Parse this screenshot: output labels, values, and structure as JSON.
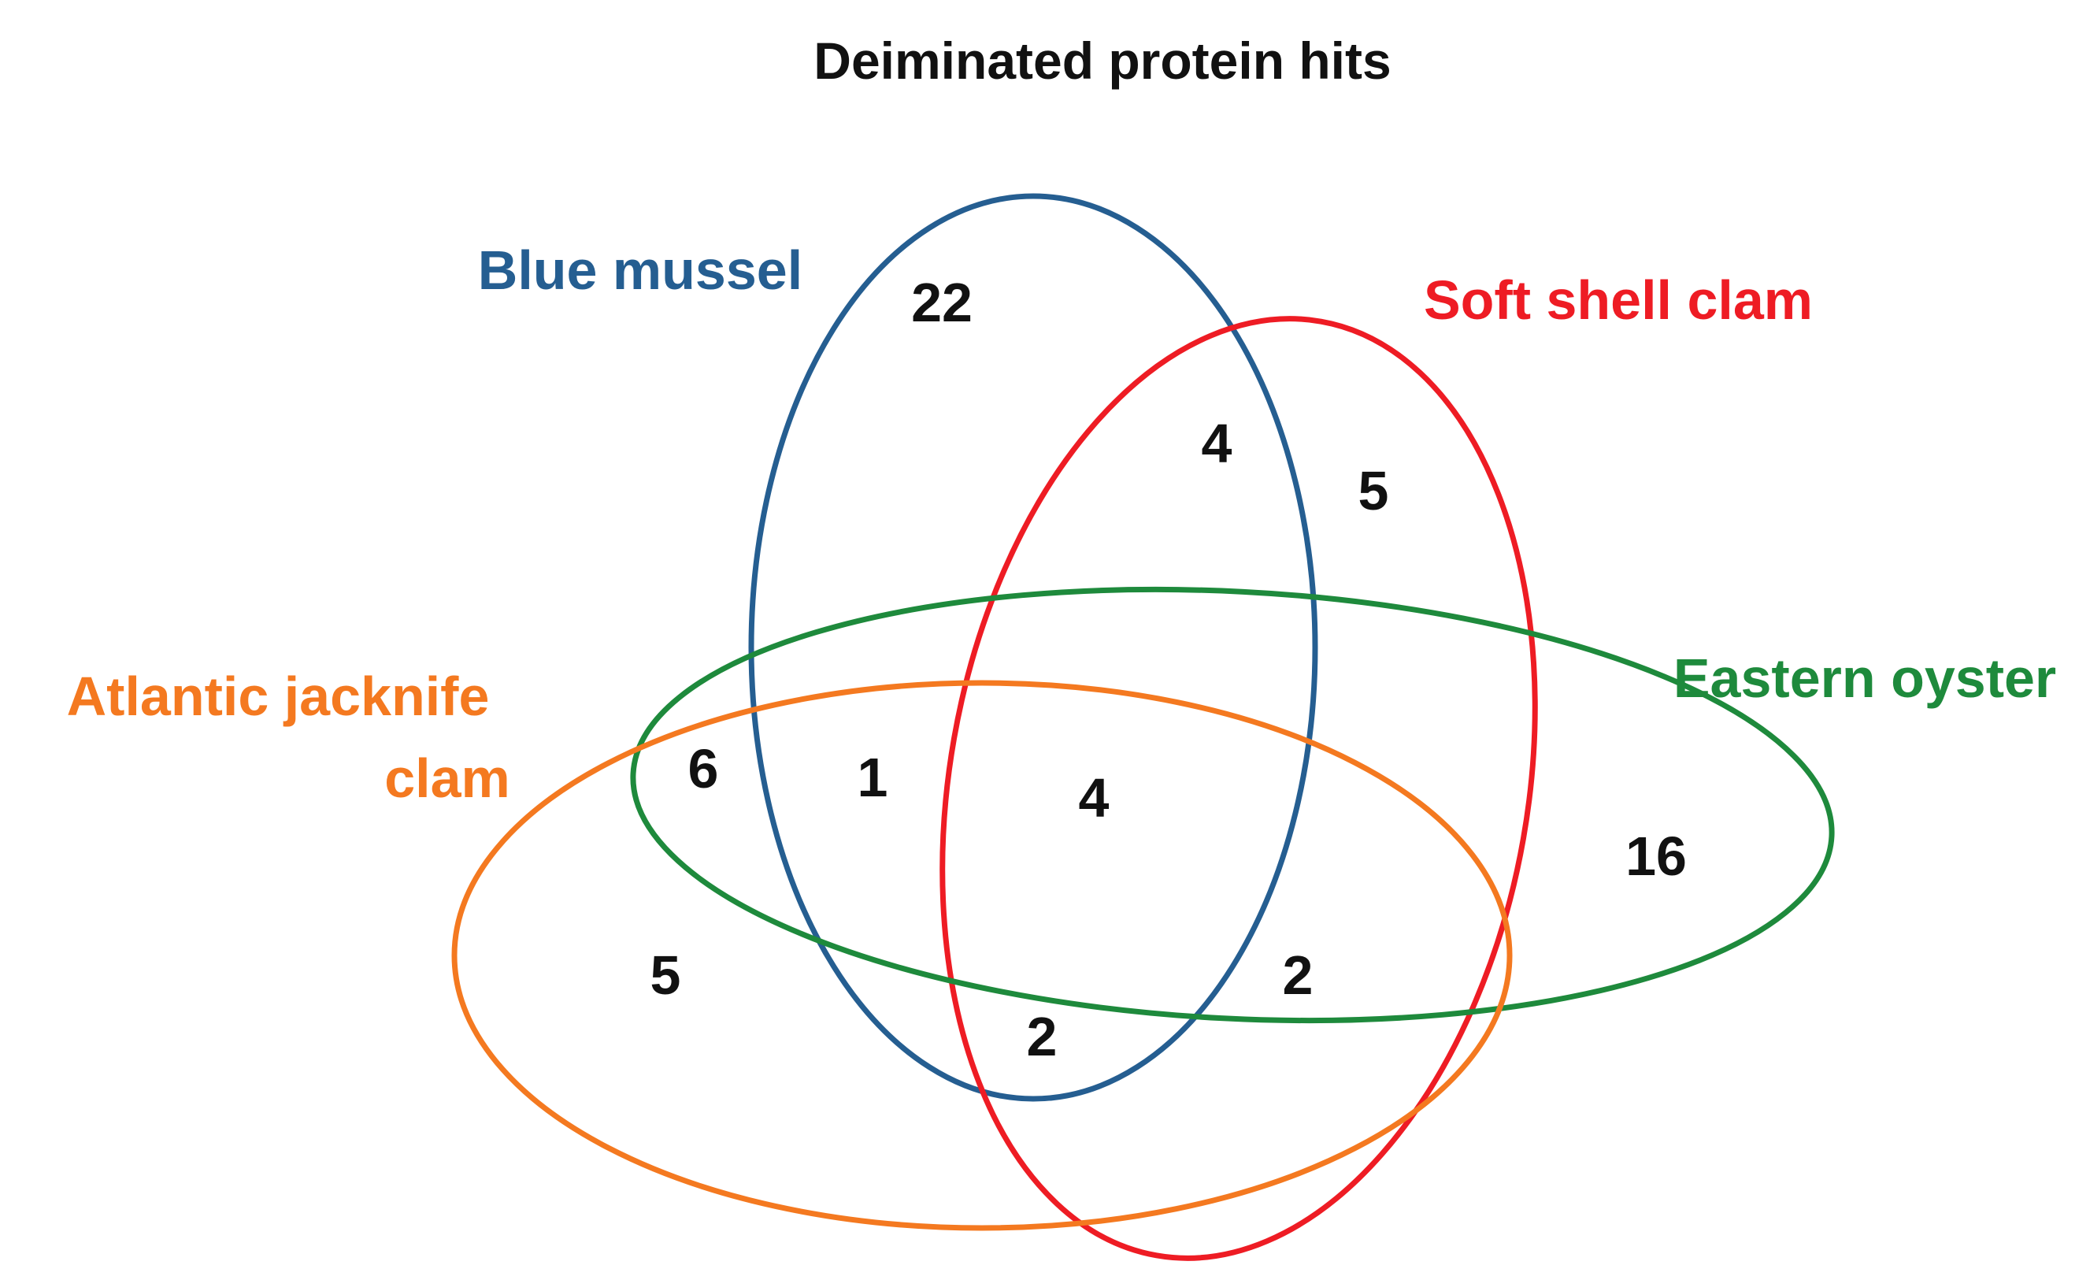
{
  "title": "Deiminated protein hits",
  "colors": {
    "blue_mussel": "#255e91",
    "soft_shell_clam": "#ee1c24",
    "eastern_oyster": "#1e8a3c",
    "atlantic_jacknife_clam": "#f47920"
  },
  "sets": {
    "blue_mussel": {
      "label": "Blue mussel"
    },
    "soft_shell_clam": {
      "label": "Soft shell clam"
    },
    "eastern_oyster": {
      "label": "Eastern oyster"
    },
    "atlantic_jacknife_clam": {
      "label_line1": "Atlantic jacknife",
      "label_line2": "clam"
    }
  },
  "counts": {
    "blue_mussel_only": "22",
    "blue_mussel_soft_shell_clam": "4",
    "soft_shell_clam_only": "5",
    "atlantic_jacknife_eastern_oyster": "6",
    "blue_mussel_eastern_oyster_atlantic_jacknife": "1",
    "all_four": "4",
    "eastern_oyster_only": "16",
    "atlantic_jacknife_only": "5",
    "soft_shell_clam_eastern_oyster_atlantic_jacknife": "2",
    "blue_mussel_soft_shell_clam_atlantic_jacknife": "2"
  }
}
